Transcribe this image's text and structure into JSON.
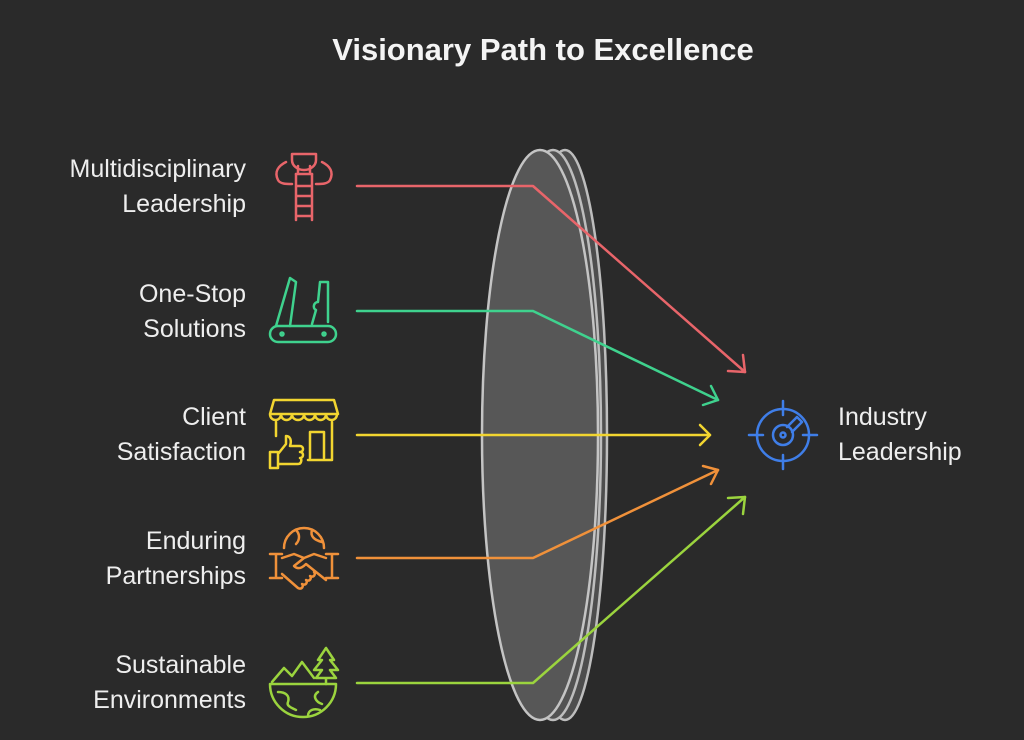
{
  "title": "Visionary Path to Excellence",
  "inputs": [
    {
      "line1": "Multidisciplinary",
      "line2": "Leadership",
      "icon": "trophy-ladder-icon",
      "color": "#e8656a"
    },
    {
      "line1": "One-Stop",
      "line2": "Solutions",
      "icon": "multitool-icon",
      "color": "#3fd28e"
    },
    {
      "line1": "Client",
      "line2": "Satisfaction",
      "icon": "store-thumbs-up-icon",
      "color": "#f2d530"
    },
    {
      "line1": "Enduring",
      "line2": "Partnerships",
      "icon": "globe-handshake-icon",
      "color": "#f0913a"
    },
    {
      "line1": "Sustainable",
      "line2": "Environments",
      "icon": "earth-nature-icon",
      "color": "#9bd43e"
    }
  ],
  "output": {
    "line1": "Industry",
    "line2": "Leadership",
    "icon": "target-gauge-icon",
    "color": "#3f7ee8"
  },
  "lens_color": "#555555"
}
